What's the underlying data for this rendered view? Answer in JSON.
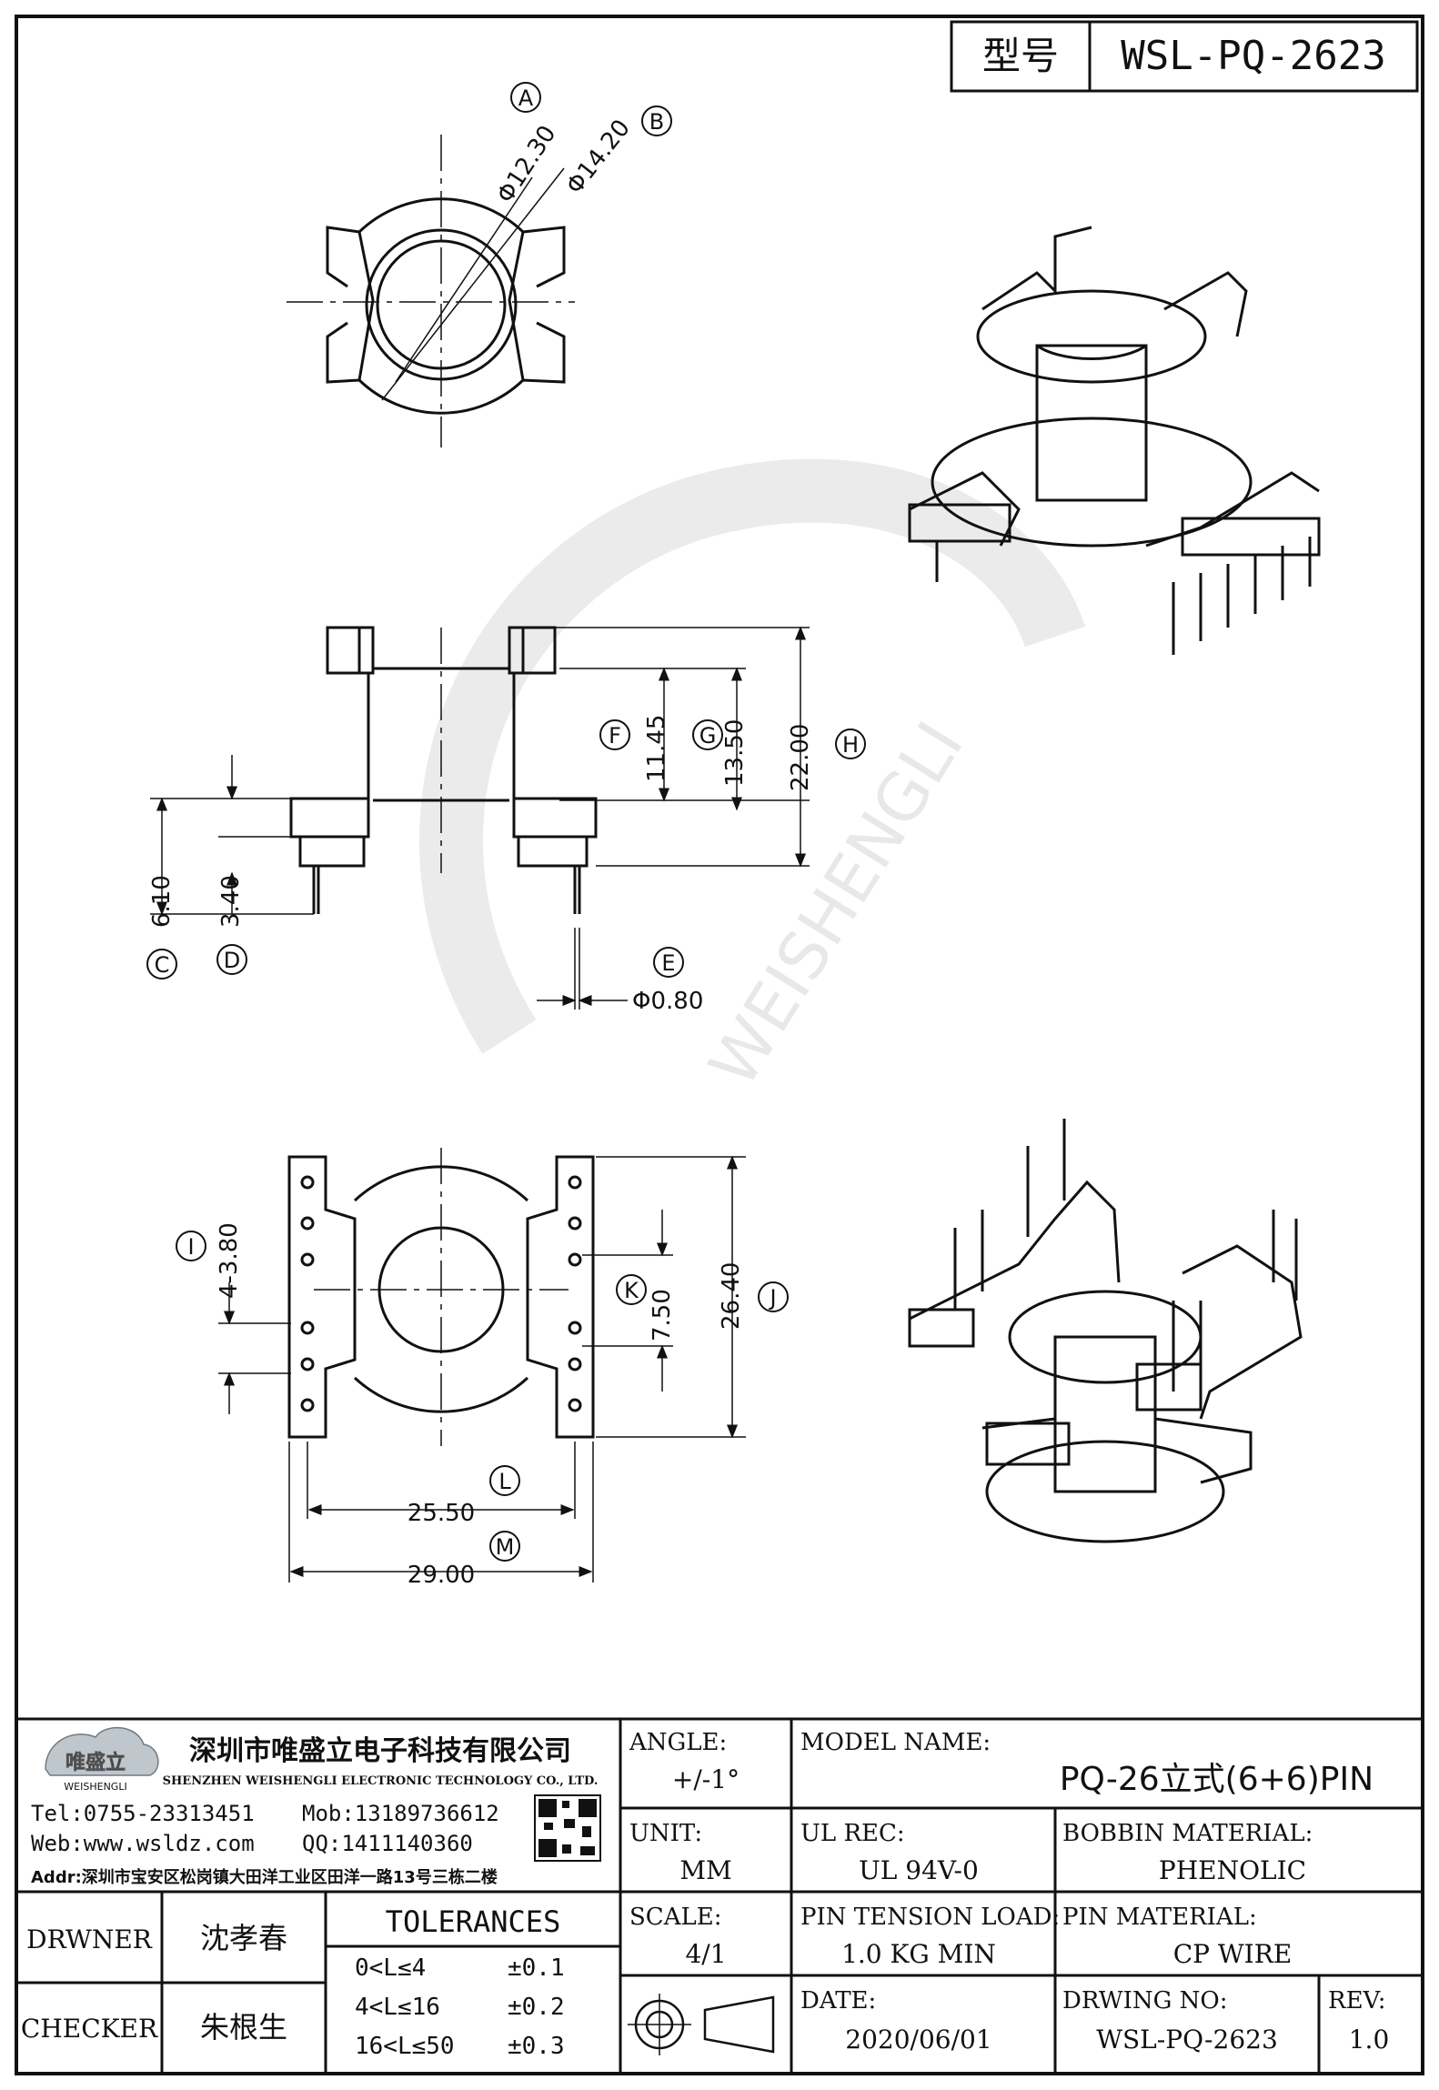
{
  "header": {
    "model_label": "型号",
    "model_value": "WSL-PQ-2623"
  },
  "drawing": {
    "markers": [
      "A",
      "B",
      "C",
      "D",
      "E",
      "F",
      "G",
      "H",
      "I",
      "J",
      "K",
      "L",
      "M"
    ],
    "dims": {
      "A": "Φ12.30",
      "B": "Φ14.20",
      "C": "6.10",
      "D": "3.40",
      "E": "Φ0.80",
      "F": "11.45",
      "G": "13.50",
      "H": "22.00",
      "I": "4-3.80",
      "J": "26.40",
      "K": "7.50",
      "L": "25.50",
      "M": "29.00"
    },
    "watermark": "WEISHENGLI"
  },
  "company": {
    "logo_text": "唯盛立",
    "logo_sub": "WEISHENGLI",
    "name_cn": "深圳市唯盛立电子科技有限公司",
    "name_en": "SHENZHEN WEISHENGLI ELECTRONIC TECHNOLOGY CO., LTD.",
    "tel": "Tel:0755-23313451",
    "mob": "Mob:13189736612",
    "web": "Web:www.wsldz.com",
    "qq": "QQ:1411140360",
    "addr": "Addr:深圳市宝安区松岗镇大田洋工业区田洋一路13号三栋二楼"
  },
  "title_block": {
    "angle_label": "ANGLE:",
    "angle_value": "+/-1°",
    "model_name_label": "MODEL NAME:",
    "model_name_value": "PQ-26立式(6+6)PIN",
    "unit_label": "UNIT:",
    "unit_value": "MM",
    "ul_label": "UL REC:",
    "ul_value": "UL 94V-0",
    "bobbin_label": "BOBBIN MATERIAL:",
    "bobbin_value": "PHENOLIC",
    "drawer_label": "DRWNER",
    "drawer_value": "沈孝春",
    "checker_label": "CHECKER",
    "checker_value": "朱根生",
    "tolerances_label": "TOLERANCES",
    "tol_rows": [
      {
        "range": "0<L≤4",
        "value": "±0.1"
      },
      {
        "range": "4<L≤16",
        "value": "±0.2"
      },
      {
        "range": "16<L≤50",
        "value": "±0.3"
      }
    ],
    "scale_label": "SCALE:",
    "scale_value": "4/1",
    "tension_label": "PIN TENSION LOAD:",
    "tension_value": "1.0 KG MIN",
    "pin_mat_label": "PIN MATERIAL:",
    "pin_mat_value": "CP WIRE",
    "date_label": "DATE:",
    "date_value": "2020/06/01",
    "drwing_label": "DRWING NO:",
    "drwing_value": "WSL-PQ-2623",
    "rev_label": "REV:",
    "rev_value": "1.0"
  }
}
